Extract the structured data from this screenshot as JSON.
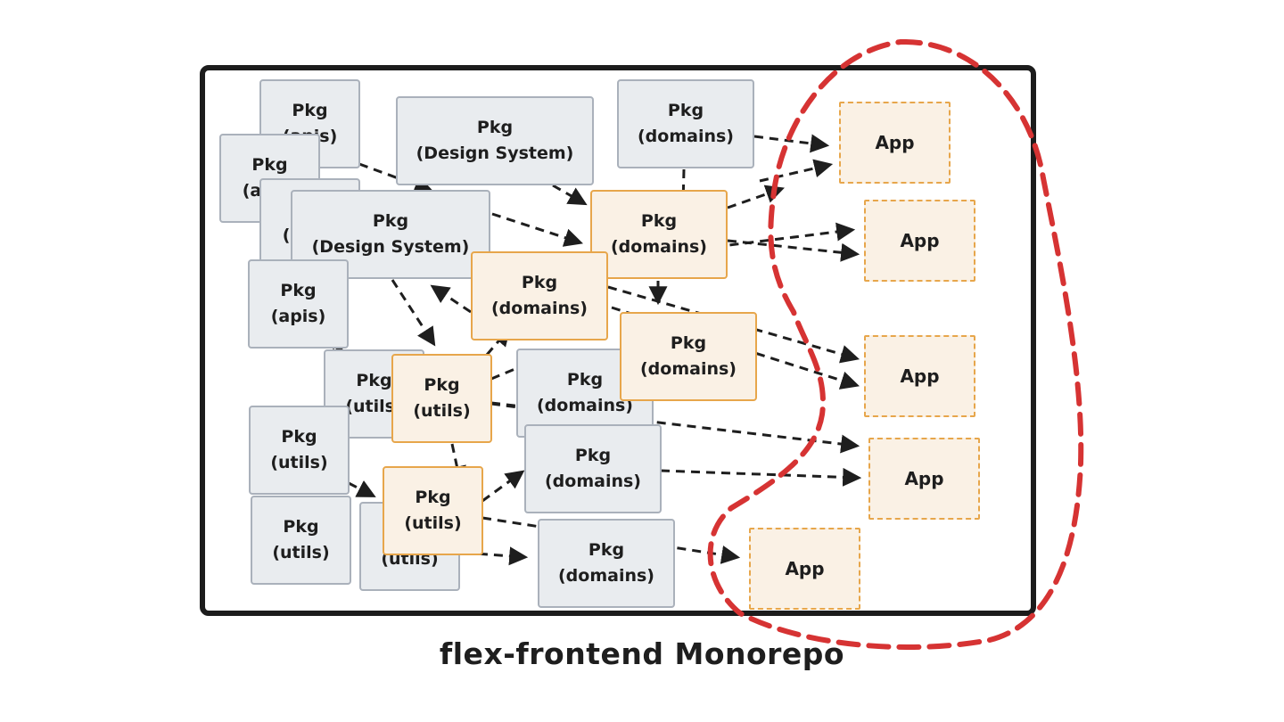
{
  "caption": "flex-frontend Monorepo",
  "colors": {
    "frame": "#1c1c1c",
    "gray_fill": "#e9ecef",
    "gray_border": "#aab1bb",
    "orange_fill": "#faf1e5",
    "orange_border": "#e7a64b",
    "boundary": "#d63333",
    "arrow": "#1e1e1e"
  },
  "nodes": [
    {
      "id": "apis-1",
      "style": "gray",
      "lines": [
        "Pkg",
        "(apis)"
      ]
    },
    {
      "id": "apis-2",
      "style": "gray",
      "lines": [
        "Pkg",
        "(apis)"
      ]
    },
    {
      "id": "apis-3",
      "style": "gray",
      "lines": [
        "Pkg",
        "(apis)"
      ]
    },
    {
      "id": "ds-1",
      "style": "gray",
      "lines": [
        "Pkg",
        "(Design System)"
      ]
    },
    {
      "id": "domains-top",
      "style": "gray",
      "lines": [
        "Pkg",
        "(domains)"
      ]
    },
    {
      "id": "ds-2",
      "style": "gray",
      "lines": [
        "Pkg",
        "(Design System)"
      ]
    },
    {
      "id": "apis-4",
      "style": "gray",
      "lines": [
        "Pkg",
        "(apis)"
      ]
    },
    {
      "id": "utils-1",
      "style": "gray",
      "lines": [
        "Pkg",
        "(utils)"
      ]
    },
    {
      "id": "utils-2",
      "style": "gray",
      "lines": [
        "Pkg",
        "(utils)"
      ]
    },
    {
      "id": "utils-3",
      "style": "gray",
      "lines": [
        "Pkg",
        "(utils)"
      ]
    },
    {
      "id": "utils-4",
      "style": "gray",
      "lines": [
        "Pkg",
        "(utils)"
      ]
    },
    {
      "id": "domains-mid",
      "style": "gray",
      "lines": [
        "Pkg",
        "(domains)"
      ]
    },
    {
      "id": "domains-low",
      "style": "gray",
      "lines": [
        "Pkg",
        "(domains)"
      ]
    },
    {
      "id": "domains-bottom",
      "style": "gray",
      "lines": [
        "Pkg",
        "(domains)"
      ]
    },
    {
      "id": "o-domains-1",
      "style": "orange",
      "lines": [
        "Pkg",
        "(domains)"
      ]
    },
    {
      "id": "o-domains-3",
      "style": "orange",
      "lines": [
        "Pkg",
        "(domains)"
      ]
    },
    {
      "id": "o-domains-2",
      "style": "orange",
      "lines": [
        "Pkg",
        "(domains)"
      ]
    },
    {
      "id": "o-utils-1",
      "style": "orange",
      "lines": [
        "Pkg",
        "(utils)"
      ]
    },
    {
      "id": "o-utils-2",
      "style": "orange",
      "lines": [
        "Pkg",
        "(utils)"
      ]
    },
    {
      "id": "app-1",
      "style": "app",
      "lines": [
        "App"
      ]
    },
    {
      "id": "app-2",
      "style": "app",
      "lines": [
        "App"
      ]
    },
    {
      "id": "app-3",
      "style": "app",
      "lines": [
        "App"
      ]
    },
    {
      "id": "app-4",
      "style": "app",
      "lines": [
        "App"
      ]
    },
    {
      "id": "app-5",
      "style": "app",
      "lines": [
        "App"
      ]
    }
  ]
}
